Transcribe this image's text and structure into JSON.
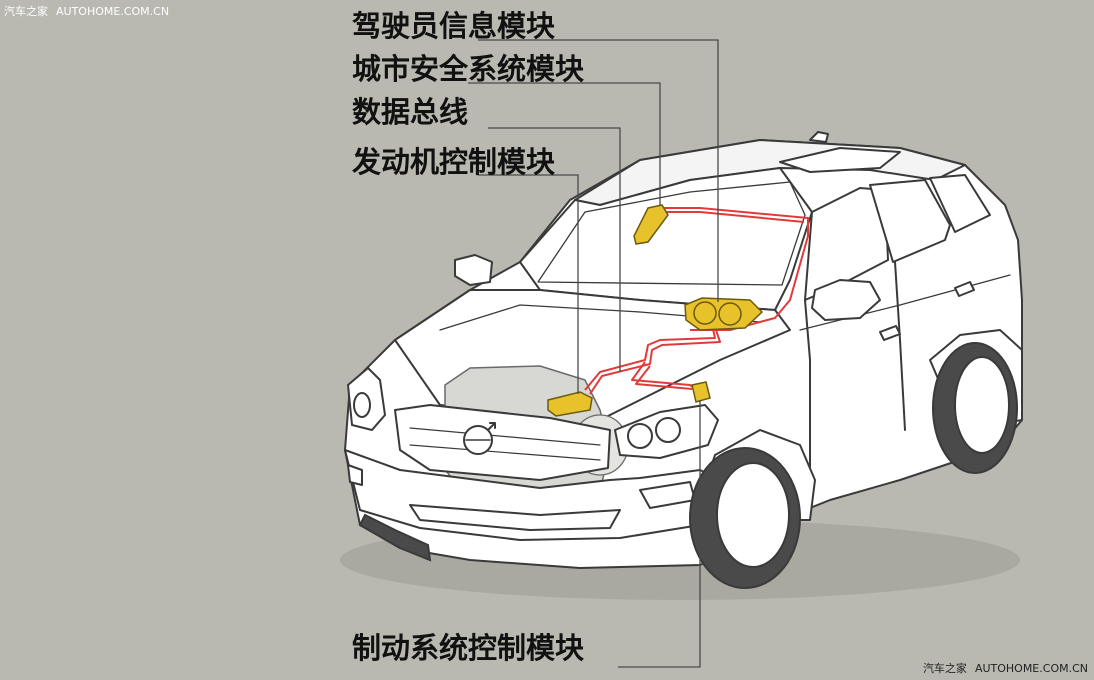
{
  "watermark": {
    "site_name": "汽车之家",
    "site_url": "AUTOHOME.COM.CN"
  },
  "labels": {
    "driver_info_module": "驾驶员信息模块",
    "city_safety_module": "城市安全系统模块",
    "data_bus": "数据总线",
    "engine_control_module": "发动机控制模块",
    "brake_control_module": "制动系统控制模块"
  },
  "colors": {
    "background": "#b9b9b1",
    "car_body": "#ffffff",
    "car_outline": "#3a3a3a",
    "module_fill": "#e8c22a",
    "data_bus_wire": "#e23a3a",
    "leader_line": "#4a4a4a"
  }
}
